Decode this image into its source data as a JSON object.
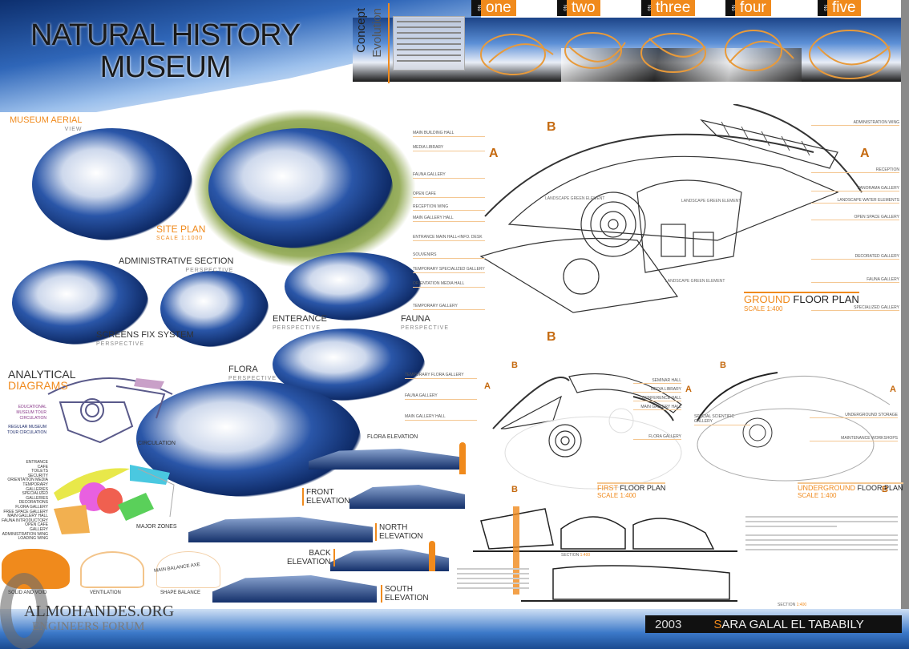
{
  "title": {
    "line1": "NATURAL HISTORY",
    "line2": "MUSEUM"
  },
  "concept": {
    "word1": "Concept",
    "word2": "Evolution"
  },
  "tabs": [
    {
      "no": "No",
      "label": "one"
    },
    {
      "no": "No",
      "label": "two"
    },
    {
      "no": "No",
      "label": "three"
    },
    {
      "no": "No",
      "label": "four"
    },
    {
      "no": "No",
      "label": "five"
    }
  ],
  "views": {
    "aerial": {
      "title": "MUSEUM AERIAL",
      "sub": "VIEW"
    },
    "site_plan": {
      "title": "SITE PLAN",
      "scale": "SCALE 1:1000"
    },
    "admin": {
      "title": "ADMINISTRATIVE SECTION",
      "sub": "PERSPECTIVE"
    },
    "screens": {
      "title": "SCREENS FIX SYSTEM",
      "sub": "PERSPECTIVE"
    },
    "entrance": {
      "title": "ENTERANCE",
      "sub": "PERSPECTIVE"
    },
    "fauna": {
      "title": "FAUNA",
      "sub": "PERSPECTIVE"
    },
    "flora": {
      "title": "FLORA",
      "sub": "PERSPECTIVE"
    }
  },
  "analytical": {
    "title1": "ANALYTICAL",
    "title2": "DIAGRAMS",
    "circulation": "CIRCULATION",
    "zones": "MAJOR ZONES",
    "circ_legend": [
      "EDUCATIONAL MUSEUM TOUR CIRCULATION",
      "REGULAR MUSEUM TOUR CIRCULATION"
    ],
    "zone_legend": [
      "ENTRANCE",
      "CAFE",
      "TOILETS",
      "SECURITY",
      "ORIENTATION MEDIA",
      "TEMPORARY GALLERIES",
      "SPECIALIZED GALLERIES",
      "DECORATIONS",
      "FLORA GALLERY",
      "FREE SPACE GALLERY",
      "MAIN GALLERY HALL",
      "FAUNA INTRODUCTORY",
      "OPEN CAFE",
      "GALLERY",
      "ADMINISTRATION WING",
      "LOADING WING"
    ],
    "solid": "SOLID AND VOID",
    "ventilation": "VENTILATION",
    "shape": "SHAPE BALANCE",
    "axe": "MAIN BALANCE AXE"
  },
  "elevations": [
    {
      "a": "FLORA",
      "b": "ELEVATION"
    },
    {
      "a": "FRONT",
      "b": "ELEVATION"
    },
    {
      "a": "NORTH",
      "b": "ELEVATION"
    },
    {
      "a": "BACK",
      "b": "ELEVATION"
    },
    {
      "a": "SOUTH",
      "b": "ELEVATION"
    }
  ],
  "ground_plan": {
    "title_a": "GROUND",
    "title_b": "FLOOR PLAN",
    "scale": "SCALE 1:400",
    "left_labels": [
      "MAIN BUILDING HALL",
      "MEDIA LIBRARY",
      "FAUNA GALLERY",
      "OPEN CAFE",
      "RECEPTION WING",
      "MAIN GALLERY HALL",
      "ENTRANCE MAIN HALL+INFO. DESK",
      "SOUVENIRS",
      "TEMPORARY SPECIALIZED GALLERY",
      "ORIENTATION MEDIA HALL",
      "TEMPORARY GALLERY"
    ],
    "right_labels": [
      "ADMINISTRATION WING",
      "RECEPTION",
      "PANORAMA GALLERY",
      "LANDSCAPE WATER ELEMENTS",
      "OPEN SPACE GALLERY",
      "DECORATED GALLERY",
      "FAUNA GALLERY",
      "SPECIALIZED GALLERY"
    ],
    "inner": [
      "LANDSCAPE GREEN ELEMENT",
      "LANDSCAPE GREEN ELEMENT",
      "LANDSCAPE GREEN ELEMENT"
    ]
  },
  "first_plan": {
    "title_a": "FIRST",
    "title_b": "FLOOR PLAN",
    "scale": "SCALE 1:400",
    "labels": [
      "SEMINAR HALL",
      "MEDIA LIBRARY",
      "CONFERENCE HALL",
      "MAIN GALLERY HALL",
      "FLORA GALLERY"
    ],
    "left_labels": [
      "TEMPORARY FLORA GALLERY",
      "FAUNA GALLERY",
      "MAIN GALLERY HALL"
    ]
  },
  "under_plan": {
    "title_a": "UNDERGROUND",
    "title_b": "FLOOR PLAN",
    "scale": "SCALE 1:400",
    "labels": [
      "SPECIAL SCIENTIFIC GALLERY",
      "UNDERGROUND STORAGE",
      "MAINTENANCE WORKSHOPS"
    ]
  },
  "section": {
    "title": "SECTION",
    "scale": "1:400",
    "title2": "SECTION",
    "scale2": "1:400"
  },
  "markers": {
    "a": "A",
    "b": "B"
  },
  "watermark": {
    "line1": "ALMOHANDES.ORG",
    "line2": "ENGINEERS FORUM"
  },
  "signature": {
    "year": "2003",
    "name": "SARA GALAL EL TABABILY"
  },
  "colors": {
    "accent": "#f08a1c",
    "blue": "#1c4488",
    "dark": "#111111"
  }
}
